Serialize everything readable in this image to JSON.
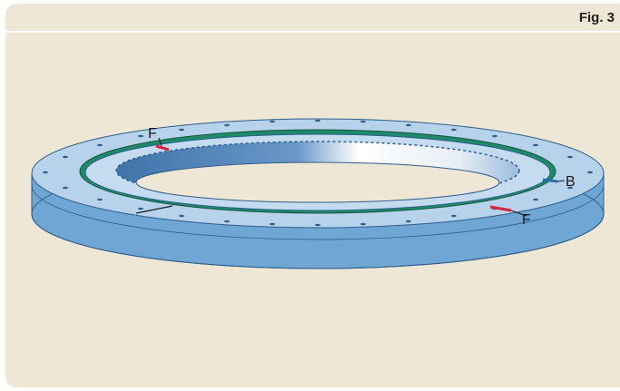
{
  "figure": {
    "label": "Fig. 3"
  },
  "callouts": {
    "f_top": "F",
    "b_right": "B",
    "f_bottom": "F"
  },
  "colors": {
    "background": "#efe7d5",
    "ring_top": "#b7d2eb",
    "ring_side": "#6ea6d4",
    "seal": "#1f8a6a",
    "marker": "#d7263d",
    "teeth_dark": "#4a7fb5",
    "teeth_light": "#ffffff"
  }
}
